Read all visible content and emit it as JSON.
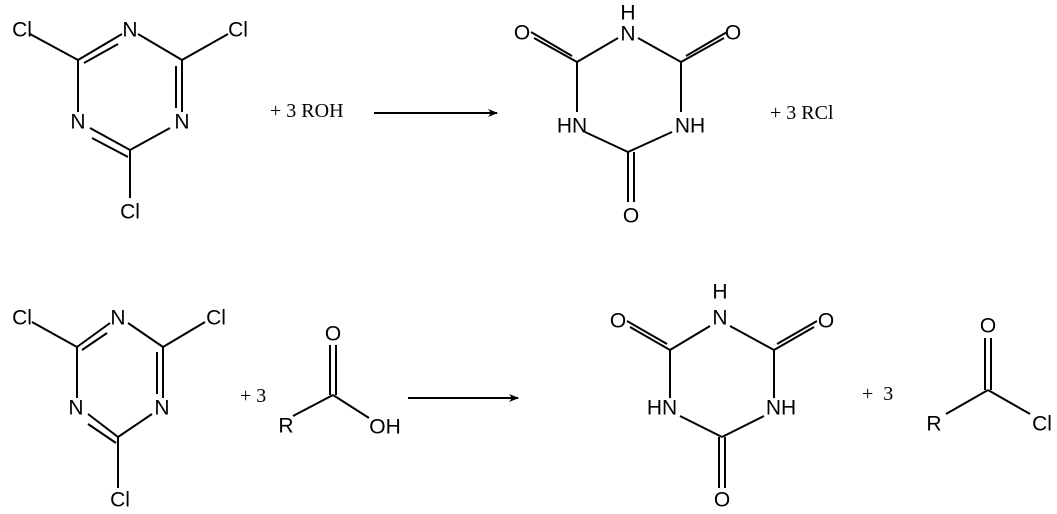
{
  "reaction1": {
    "reactant_atoms": {
      "n": "N",
      "cl": "Cl"
    },
    "reagent": "+ 3 ROH",
    "product_atoms": {
      "o": "O",
      "h": "H",
      "hn": "HN",
      "nh": "NH"
    },
    "byproduct": "+ 3 RCl"
  },
  "reaction2": {
    "reactant_atoms": {
      "n": "N",
      "cl": "Cl"
    },
    "coefficient": "+ 3",
    "acid_atoms": {
      "o": "O",
      "r": "R",
      "oh": "OH"
    },
    "product_atoms": {
      "o": "O",
      "h": "H",
      "hn": "HN",
      "nh": "NH"
    },
    "coefficient2": "+  3",
    "acyl_chloride_atoms": {
      "o": "O",
      "r": "R",
      "cl": "Cl"
    }
  }
}
